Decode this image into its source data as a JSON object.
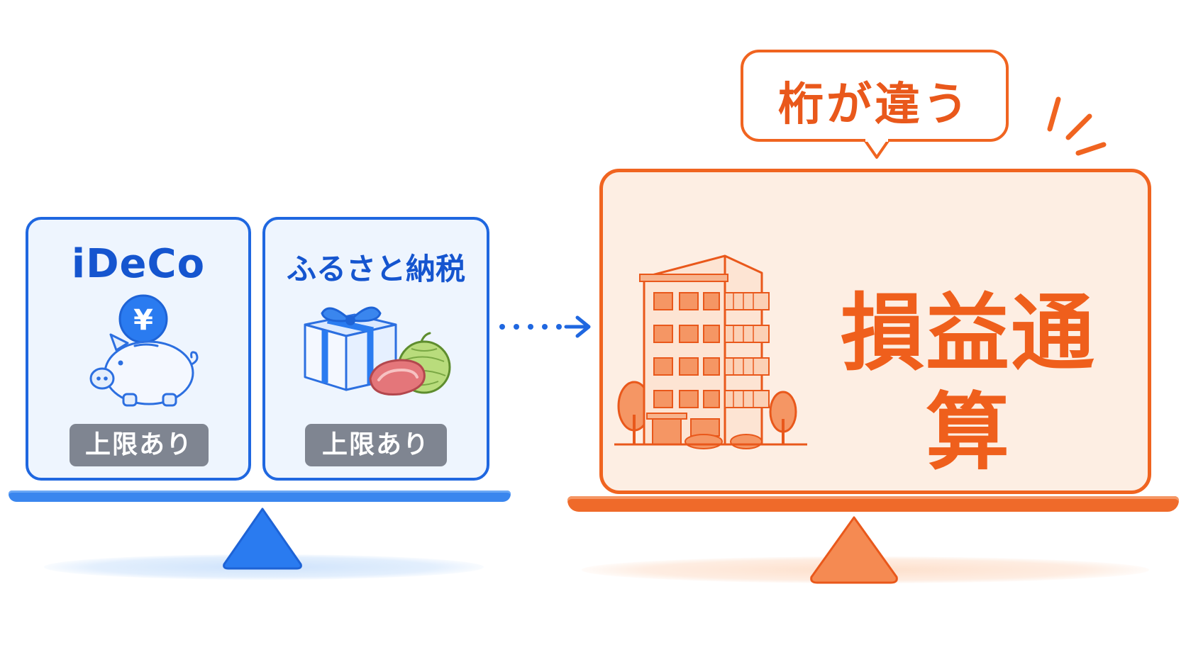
{
  "left": {
    "cards": [
      {
        "title": "iDeCo",
        "badge": "上限あり",
        "icon": "piggy-bank-icon"
      },
      {
        "title": "ふるさと納税",
        "badge": "上限あり",
        "icon": "gift-box-icon"
      }
    ],
    "color": "#1f67e0"
  },
  "right": {
    "bubble": "桁が違う",
    "title": "損益通算",
    "icon": "apartment-building-icon",
    "color": "#f06420"
  },
  "coin_symbol": "¥"
}
